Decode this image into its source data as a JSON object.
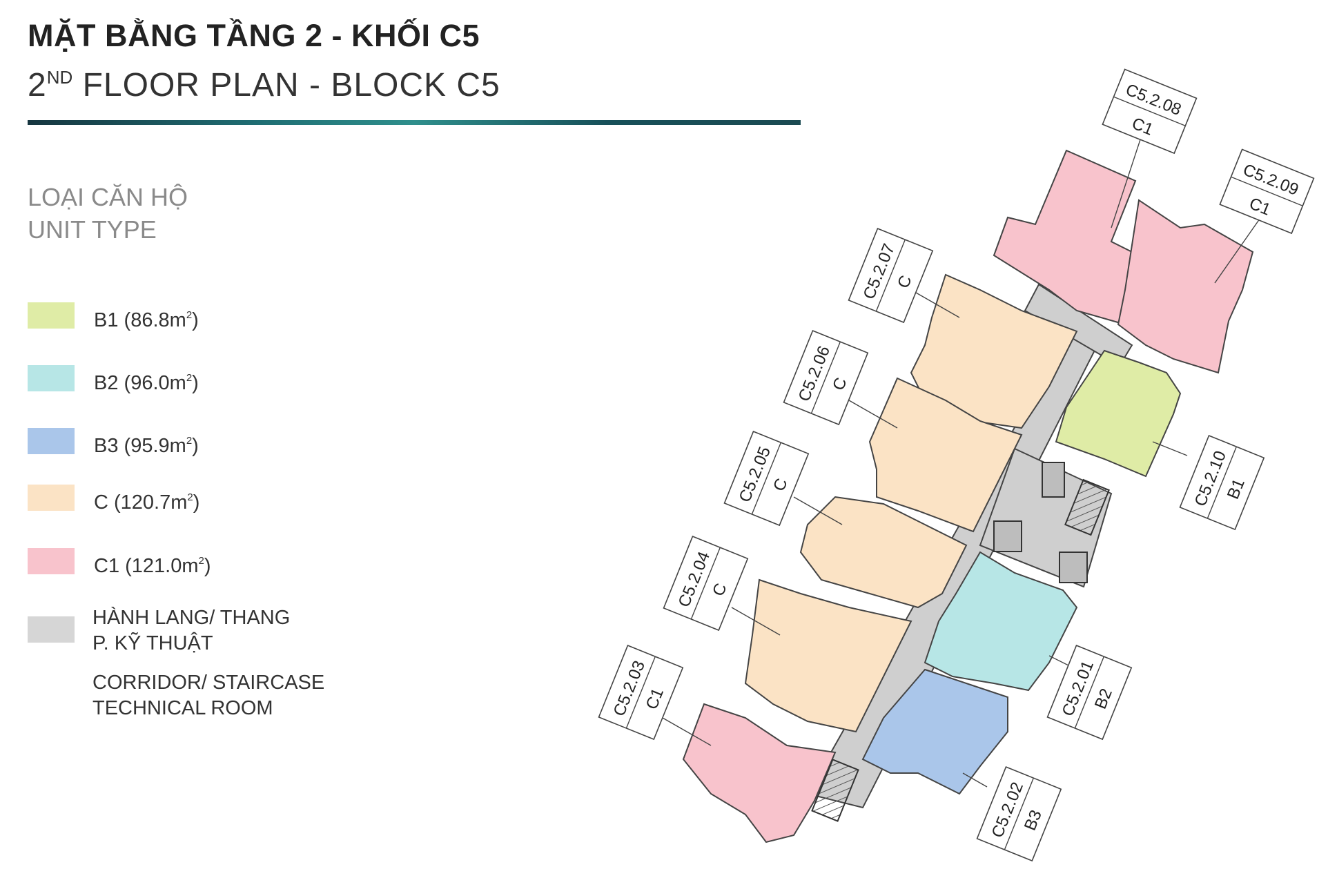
{
  "header": {
    "title_vn": "MẶT BẰNG TẦNG 2 - KHỐI C5",
    "title_en_prefix": "2",
    "title_en_sup": "ND",
    "title_en_rest": " FLOOR PLAN - BLOCK C5"
  },
  "legend": {
    "heading_vn": "LOẠI CĂN HỘ",
    "heading_en": "UNIT TYPE",
    "items": [
      {
        "type": "B1",
        "area": "86.8",
        "color": "#dfeca6"
      },
      {
        "type": "B2",
        "area": "96.0",
        "color": "#b7e6e6"
      },
      {
        "type": "B3",
        "area": "95.9",
        "color": "#aac6ea"
      },
      {
        "type": "C",
        "area": "120.7",
        "color": "#fbe3c5"
      },
      {
        "type": "C1",
        "area": "121.0",
        "color": "#f8c3cc"
      }
    ],
    "area_unit": "m",
    "area_unit_sup": "2",
    "corridor": {
      "color": "#d6d6d6",
      "line1": "HÀNH LANG/ THANG",
      "line2": "P. KỸ THUẬT",
      "line3": "CORRIDOR/ STAIRCASE",
      "line4": "TECHNICAL ROOM"
    }
  },
  "units": [
    {
      "code": "C5.2.01",
      "type": "B2"
    },
    {
      "code": "C5.2.02",
      "type": "B3"
    },
    {
      "code": "C5.2.03",
      "type": "C1"
    },
    {
      "code": "C5.2.04",
      "type": "C"
    },
    {
      "code": "C5.2.05",
      "type": "C"
    },
    {
      "code": "C5.2.06",
      "type": "C"
    },
    {
      "code": "C5.2.07",
      "type": "C"
    },
    {
      "code": "C5.2.08",
      "type": "C1"
    },
    {
      "code": "C5.2.09",
      "type": "C1"
    },
    {
      "code": "C5.2.10",
      "type": "B1"
    }
  ]
}
